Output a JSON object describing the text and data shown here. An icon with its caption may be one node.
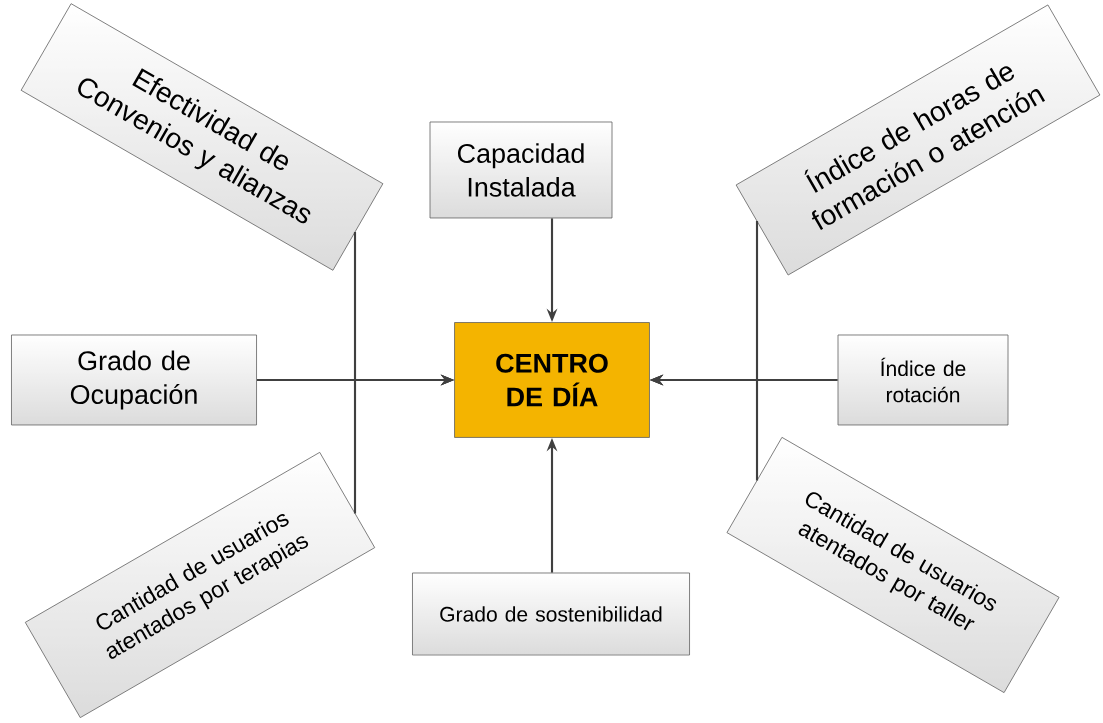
{
  "diagram": {
    "nodes": [
      {
        "text": [
          "Efectividad de Convenios y alianzas"
        ]
      },
      {
        "text": [
          "Capacidad Instalada"
        ]
      },
      {
        "text": [
          "Índice de horas de formación o atención"
        ]
      },
      {
        "text": [
          "Grado de Ocupación"
        ]
      },
      {
        "text": [
          "CENTRO DE DÍA"
        ]
      },
      {
        "text": [
          "Índice de rotación"
        ]
      },
      {
        "text": [
          "Cantidad de usuarios atentados por terapias"
        ]
      },
      {
        "text": [
          "Grado de sostenibilidad"
        ]
      },
      {
        "text": [
          "Cantidad de usuarios atentados por taller"
        ]
      }
    ],
    "edges": [
      {
        "from": 0,
        "to": 4,
        "arrow": "to"
      },
      {
        "from": 1,
        "to": 4,
        "arrow": "to"
      },
      {
        "from": 2,
        "to": 4,
        "arrow": "to"
      },
      {
        "from": 3,
        "to": 4,
        "arrow": "to"
      },
      {
        "from": 5,
        "to": 4,
        "arrow": "to"
      },
      {
        "from": 6,
        "to": 4,
        "arrow": "to"
      },
      {
        "from": 7,
        "to": 4,
        "arrow": "to"
      },
      {
        "from": 8,
        "to": 4,
        "arrow": "to"
      }
    ]
  }
}
